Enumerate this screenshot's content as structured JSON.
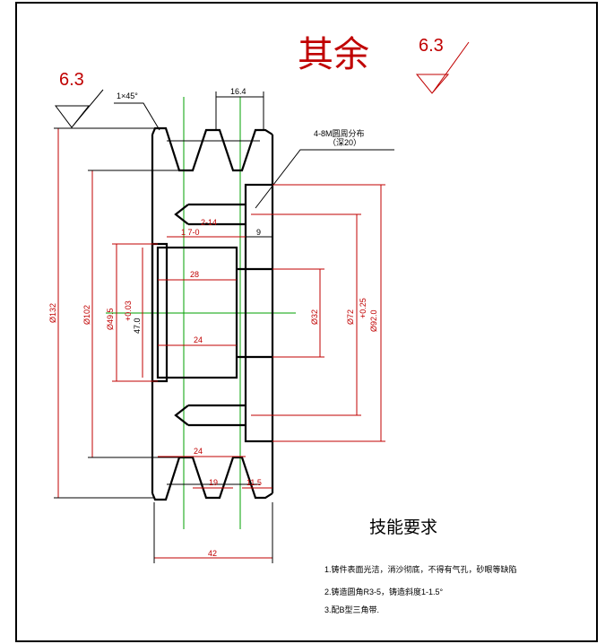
{
  "finish_main": {
    "label": "其余",
    "value": "6.3"
  },
  "finish_left": {
    "value": "6.3"
  },
  "chamfer": "1×45°",
  "hole_note": {
    "line1": "4-8M圆周分布",
    "line2": "（深20）"
  },
  "dims": {
    "d132": "Ø132",
    "d102": "Ø102",
    "d49": "Ø49.5",
    "tol49_plus": "+0.03",
    "tol49_base": "47.0",
    "d32": "Ø32",
    "d72": "Ø72",
    "d92": "Ø92.0",
    "tol92": "+0.25",
    "w164": "16.4",
    "w17": "1 7-0",
    "w9": "9",
    "w28": "28",
    "w24a": "24",
    "w24b": "24",
    "w14": "2-14",
    "w19": "19",
    "w115": "11.5",
    "w42": "42"
  },
  "requirements": {
    "title": "技能要求",
    "items": [
      "1.铸件表面光洁，消沙彻底，不得有气孔，砂眼等缺陷",
      "2.铸造圆角R3-5，铸造斜度1-1.5°",
      "3.配B型三角带."
    ]
  },
  "colors": {
    "dimension": "#c00000",
    "outline": "#000000",
    "centerline": "#00a000"
  }
}
